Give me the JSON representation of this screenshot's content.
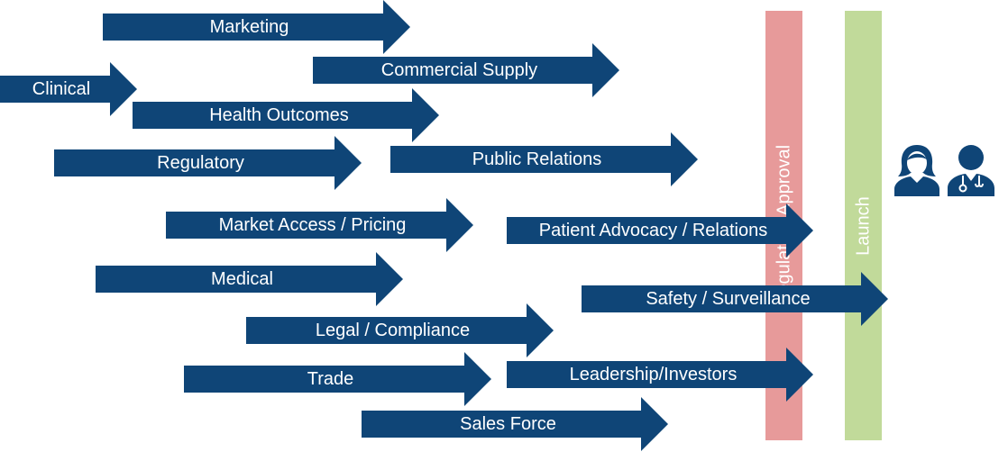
{
  "arrow_color": "#0f4577",
  "arrows": [
    {
      "label": "Marketing"
    },
    {
      "label": "Commercial Supply"
    },
    {
      "label": "Clinical"
    },
    {
      "label": "Health Outcomes"
    },
    {
      "label": "Regulatory"
    },
    {
      "label": "Public Relations"
    },
    {
      "label": "Market Access / Pricing"
    },
    {
      "label": "Patient Advocacy / Relations"
    },
    {
      "label": "Medical"
    },
    {
      "label": "Safety / Surveillance"
    },
    {
      "label": "Legal / Compliance"
    },
    {
      "label": "Trade"
    },
    {
      "label": "Leadership/Investors"
    },
    {
      "label": "Sales Force"
    }
  ],
  "milestones": {
    "approval": {
      "label": "Regulatory Approval",
      "color": "#e79a9a"
    },
    "launch": {
      "label": "Launch",
      "color": "#c1da9a"
    }
  },
  "icons": {
    "patient": "patient-icon",
    "doctor": "doctor-icon",
    "color": "#0f4577"
  }
}
